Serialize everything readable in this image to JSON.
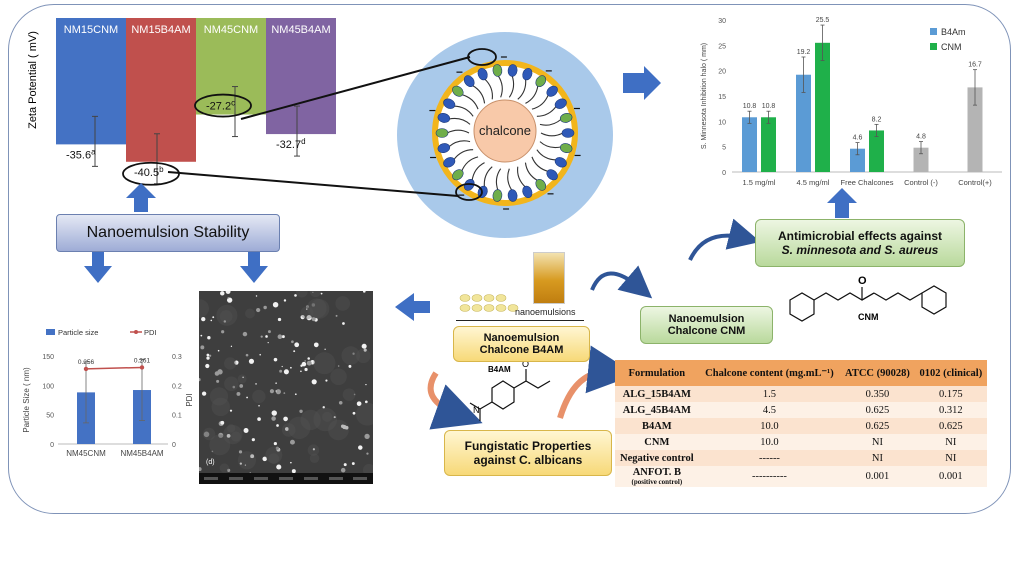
{
  "zeta": {
    "ylabel": "Zeta Potential ( mV)",
    "bars": [
      {
        "name": "NM15CNM",
        "value": -35.6,
        "label": "-35.6",
        "sup": "a",
        "color": "#4472c4"
      },
      {
        "name": "NM15B4AM",
        "value": -40.5,
        "label": "-40.5",
        "sup": "b",
        "color": "#c0504d"
      },
      {
        "name": "NM45CNM",
        "value": -27.2,
        "label": "-27.2",
        "sup": "c",
        "color": "#9bbb59"
      },
      {
        "name": "NM45B4AM",
        "value": -32.7,
        "label": "-32.7",
        "sup": "d",
        "color": "#8064a2"
      }
    ]
  },
  "center": {
    "label": "chalcone"
  },
  "stability": {
    "label": "Nanoemulsion Stability"
  },
  "chart_data": [
    {
      "type": "bar",
      "ylabel": "S. Minnesota Inhibition halo ( mm)",
      "ylim": [
        0,
        30
      ],
      "yticks": [
        0,
        5,
        10,
        15,
        20,
        25,
        30
      ],
      "categories": [
        "1.5 mg/ml",
        "4.5 mg/ml",
        "Free Chalcones",
        "Control (-)",
        "Control(+)"
      ],
      "series": [
        {
          "name": "B4Am",
          "color": "#5b9bd5",
          "values": [
            10.8,
            19.2,
            4.6,
            null,
            null
          ]
        },
        {
          "name": "CNM",
          "color": "#1fb04a",
          "values": [
            10.8,
            25.5,
            8.2,
            null,
            null
          ]
        },
        {
          "name": "",
          "color": "#b4b4b4",
          "values": [
            null,
            null,
            null,
            4.8,
            16.7
          ]
        }
      ],
      "labels": [
        "10.8",
        "10.8",
        "19.2",
        "25.5",
        "4.6",
        "8.2",
        "4.8",
        "16.7"
      ],
      "legend": "top-right"
    },
    {
      "type": "bar",
      "ylabel": "Particle Size ( nm)",
      "y2label": "PDI",
      "ylim": [
        0,
        150
      ],
      "yticks": [
        0,
        50,
        100,
        150
      ],
      "y2lim": [
        0,
        0.3
      ],
      "y2ticks": [
        "0",
        "0.1",
        "0.2",
        "0.3"
      ],
      "categories": [
        "NM45CNM",
        "NM45B4AM"
      ],
      "series": [
        {
          "name": "Particle size",
          "color": "#4472c4",
          "values": [
            88,
            92
          ]
        },
        {
          "name": "PDI",
          "color": "#c0504d",
          "values": [
            0.256,
            0.261
          ]
        }
      ],
      "pdi_labels": [
        "0.256",
        "0.261"
      ]
    }
  ],
  "antimicrobial": {
    "line1": "Antimicrobial effects  against",
    "line2": "S. minnesota and  S. aureus"
  },
  "cnm_structure": {
    "label": "CNM"
  },
  "b4am_structure": {
    "label": "B4AM"
  },
  "nano_cnm": {
    "line1": "Nanoemulsion",
    "line2": "Chalcone CNM"
  },
  "nano_b4am": {
    "caption": "nanoemulsions",
    "line1": "Nanoemulsion",
    "line2": "Chalcone B4AM"
  },
  "fungistatic": {
    "line1": "Fungistatic Properties",
    "line2": "against  C. albicans"
  },
  "sem": {
    "tag": "(d)"
  },
  "table": {
    "headers": [
      "Formulation",
      "Chalcone content (mg.mL⁻¹)",
      "ATCC (90028)",
      "0102 (clinical)"
    ],
    "rows": [
      [
        "ALG_15B4AM",
        "1.5",
        "0.350",
        "0.175"
      ],
      [
        "ALG_45B4AM",
        "4.5",
        "0.625",
        "0.312"
      ],
      [
        "B4AM",
        "10.0",
        "0.625",
        "0.625"
      ],
      [
        "CNM",
        "10.0",
        "NI",
        "NI"
      ],
      [
        "Negative control",
        "------",
        "NI",
        "NI"
      ],
      [
        "ANFOT. B",
        "----------",
        "0.001",
        "0.001"
      ]
    ],
    "last_row_note": "(positive control)"
  }
}
